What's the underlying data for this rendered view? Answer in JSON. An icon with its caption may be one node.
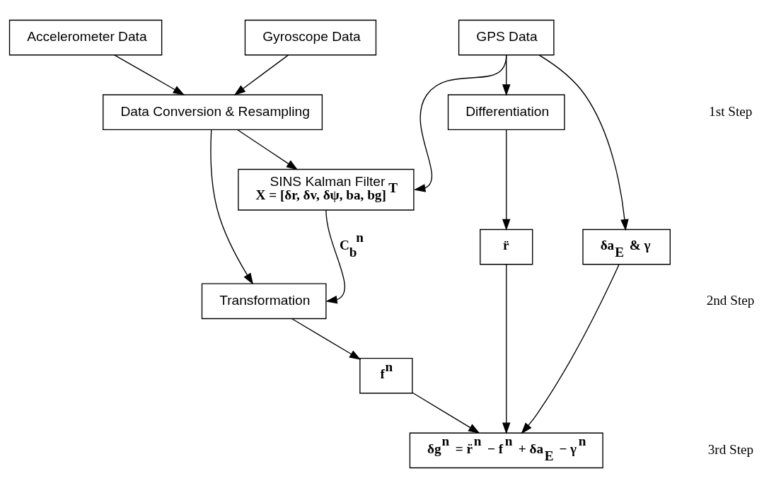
{
  "diagram": {
    "nodes": [
      {
        "text": [
          "Accelerometer Data"
        ]
      },
      {
        "text": [
          "Gyroscope Data"
        ]
      },
      {
        "text": [
          "GPS Data"
        ]
      },
      {
        "text": [
          "Data Conversion & Resampling"
        ]
      },
      {
        "text": [
          "Differentiation"
        ]
      },
      {
        "text": [
          "SINS Kalman Filter",
          "X = [δr, δv, δψ, ba, bg]$^{T}$"
        ]
      },
      {
        "text": [
          "δa$_{E}$ & γ"
        ]
      },
      {
        "text": [
          "r̈"
        ]
      },
      {
        "text": [
          "Transformation"
        ]
      },
      {
        "text": [
          "f$^{n}$"
        ]
      },
      {
        "text": [
          "δg$^{n}$ = r̈$^{n}$ − f$^{n}$ + δa$_{E}$ − γ$^{n}$"
        ]
      }
    ],
    "edges": [
      {
        "from": 0,
        "to": 3,
        "arrow": "to"
      },
      {
        "from": 1,
        "to": 3,
        "arrow": "to"
      },
      {
        "from": 2,
        "to": 4,
        "arrow": "to"
      },
      {
        "from": 2,
        "to": 6,
        "arrow": "to"
      },
      {
        "from": 2,
        "to": 5,
        "arrow": "to"
      },
      {
        "from": 3,
        "to": 8,
        "arrow": "to"
      },
      {
        "from": 3,
        "to": 5,
        "arrow": "to"
      },
      {
        "from": 4,
        "to": 7,
        "arrow": "to"
      },
      {
        "from": 5,
        "to": 8,
        "arrow": "to",
        "label": "C$_{b}$$^{n}$"
      },
      {
        "from": 8,
        "to": 9,
        "arrow": "to"
      },
      {
        "from": 9,
        "to": 10,
        "arrow": "to"
      },
      {
        "from": 6,
        "to": 10,
        "arrow": "to"
      },
      {
        "from": 7,
        "to": 10,
        "arrow": "to"
      }
    ],
    "labels": [
      "1st Step",
      "2nd Step",
      "3rd Step"
    ]
  }
}
